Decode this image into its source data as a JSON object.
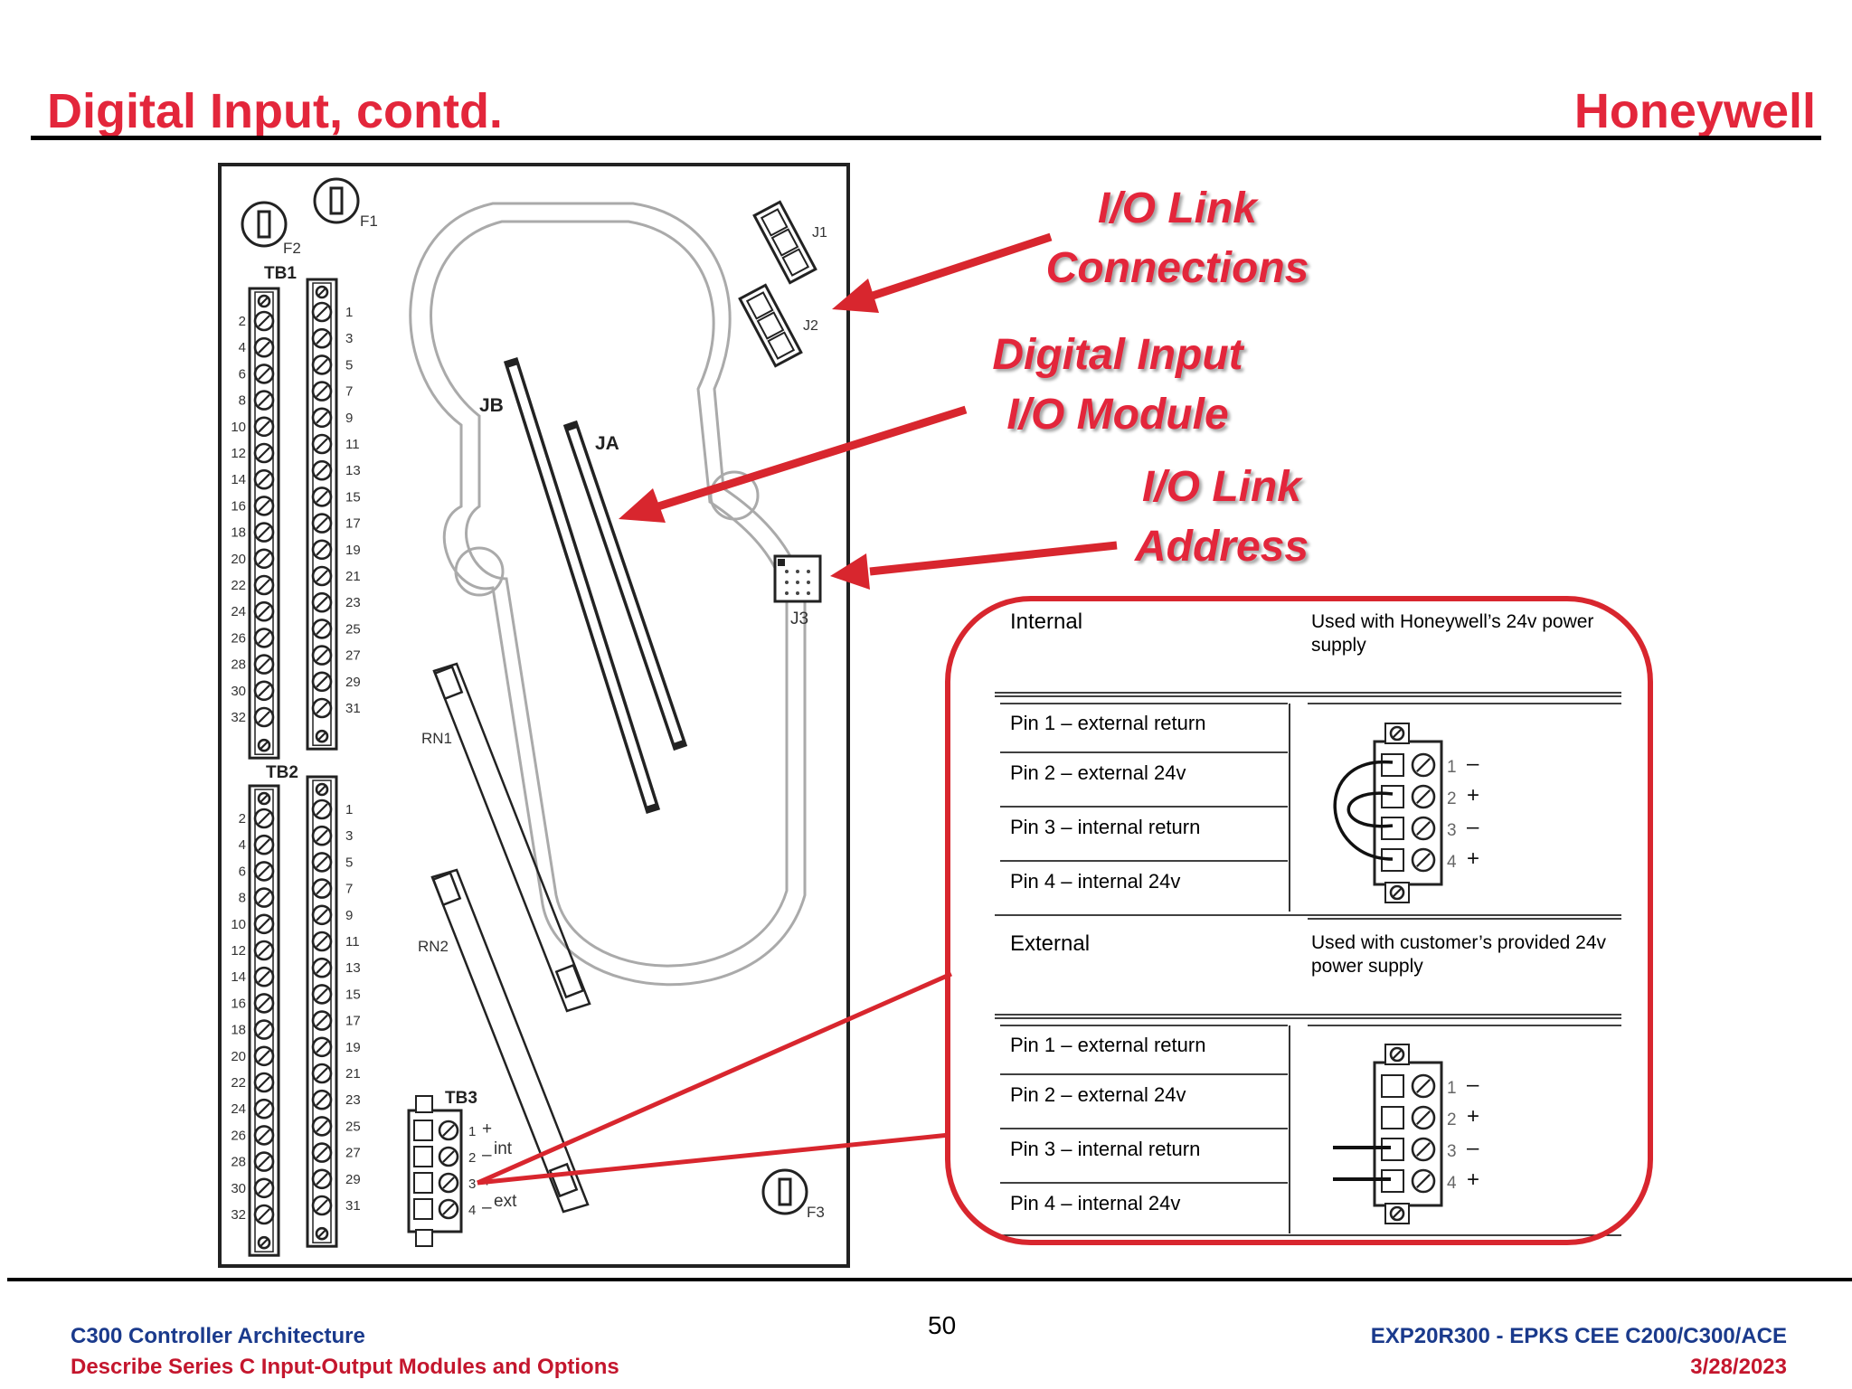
{
  "header": {
    "title": "Digital Input, contd.",
    "brand": "Honeywell"
  },
  "callouts": {
    "io_link_connections": [
      "I/O Link",
      "Connections"
    ],
    "digital_input_module": [
      "Digital Input",
      "I/O Module"
    ],
    "io_link_address": [
      "I/O Link",
      "Address"
    ]
  },
  "board": {
    "fuses": [
      "F1",
      "F2",
      "F3"
    ],
    "terminal_blocks": [
      "TB1",
      "TB2",
      "TB3"
    ],
    "connectors": [
      "J1",
      "J2",
      "J3",
      "JA",
      "JB"
    ],
    "resistor_networks": [
      "RN1",
      "RN2"
    ],
    "tb_even_pins": [
      "2",
      "4",
      "6",
      "8",
      "10",
      "12",
      "14",
      "16",
      "18",
      "20",
      "22",
      "24",
      "26",
      "28",
      "30",
      "32"
    ],
    "tb_odd_pins": [
      "1",
      "3",
      "5",
      "7",
      "9",
      "11",
      "13",
      "15",
      "17",
      "19",
      "21",
      "23",
      "25",
      "27",
      "29",
      "31"
    ],
    "tb3_pins": [
      "1",
      "2",
      "3",
      "4"
    ],
    "tb3_signs": [
      "+",
      "–",
      "+",
      "–"
    ],
    "tb3_labels": [
      "int",
      "ext"
    ]
  },
  "table": {
    "internal": {
      "label": "Internal",
      "description": "Used with Honeywell’s 24v power supply",
      "pins": [
        "Pin 1 –  external return",
        "Pin 2 – external 24v",
        "Pin 3 – internal return",
        "Pin 4 – internal 24v"
      ]
    },
    "external": {
      "label": "External",
      "description": "Used with customer’s provided 24v power supply",
      "pins": [
        "Pin 1 –  external return",
        "Pin 2 – external 24v",
        "Pin 3 – internal return",
        "Pin 4 – internal 24v"
      ]
    },
    "connector_pins": [
      "1",
      "2",
      "3",
      "4"
    ],
    "connector_signs": [
      "–",
      "+",
      "–",
      "+"
    ]
  },
  "footer": {
    "course": "C300 Controller Architecture",
    "module": "Describe Series C Input-Output Modules and Options",
    "page": "50",
    "code": "EXP20R300 - EPKS CEE C200/C300/ACE",
    "date": "3/28/2023"
  },
  "colors": {
    "accent": "#e3263b",
    "footer_blue": "#1a3a8c",
    "footer_red": "#c4162d",
    "outline": "#d8262e"
  }
}
